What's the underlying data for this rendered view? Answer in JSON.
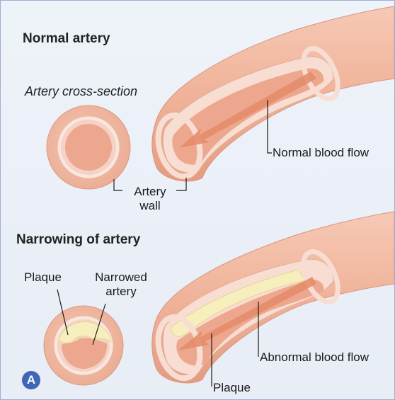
{
  "sections": {
    "normal": {
      "title": "Normal artery",
      "cross_section_label": "Artery cross-section",
      "flow_label": "Normal blood flow",
      "wall_label_line1": "Artery",
      "wall_label_line2": "wall"
    },
    "narrowing": {
      "title": "Narrowing of artery",
      "plaque_label": "Plaque",
      "narrowed_label_line1": "Narrowed",
      "narrowed_label_line2": "artery",
      "flow_label": "Abnormal blood flow",
      "plaque_label_bottom": "Plaque"
    }
  },
  "panel_badge": "A",
  "colors": {
    "background": "#eef2f9",
    "border": "#9fb0cf",
    "artery_outer": "#f1b9a2",
    "artery_inner": "#eec3b0",
    "wall_band": "#f7ddd2",
    "lumen": "#eea78f",
    "plaque": "#f7eebe",
    "arrow": "#e38d6b",
    "badge": "#3f66b7"
  }
}
